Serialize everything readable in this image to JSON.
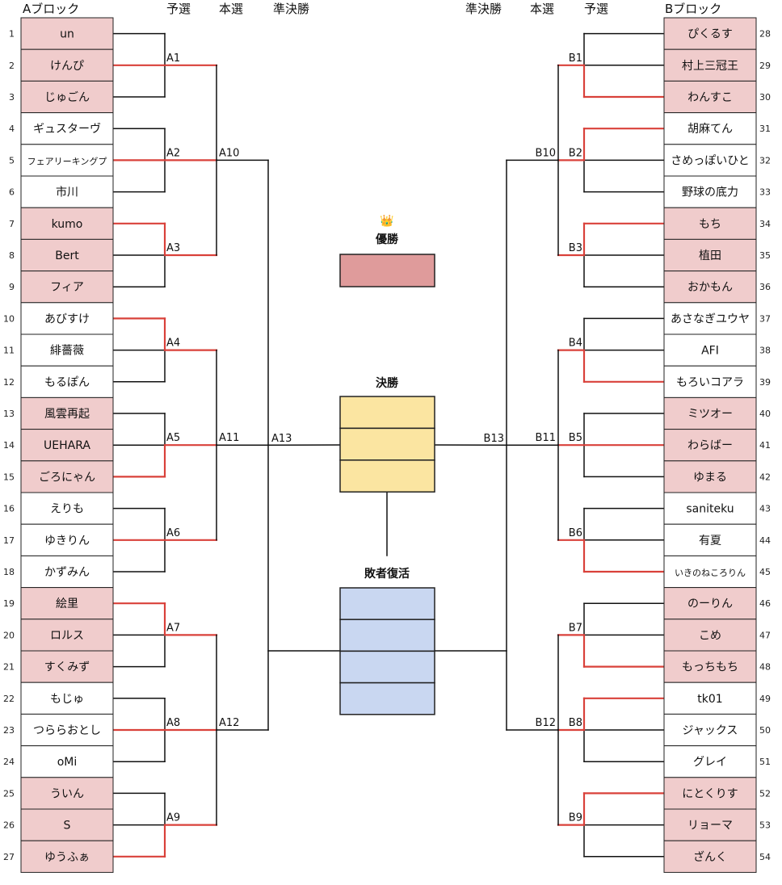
{
  "headers": {
    "block_a": "Aブロック",
    "block_b": "Bブロック",
    "left_rounds": [
      "予選",
      "本選",
      "準決勝"
    ],
    "right_rounds": [
      "準決勝",
      "本選",
      "予選"
    ]
  },
  "colors": {
    "highlight_cell": "#f0cccc",
    "winner_line": "#d9413a",
    "line": "#111111",
    "champion_box": "#df9b9b",
    "final_box": "#fbe5a1",
    "repechage_box": "#c9d7f1"
  },
  "block_a": {
    "players": [
      {
        "num": "1",
        "name": "un",
        "hl": true
      },
      {
        "num": "2",
        "name": "けんぴ",
        "hl": true
      },
      {
        "num": "3",
        "name": "じゅごん",
        "hl": true
      },
      {
        "num": "4",
        "name": "ギュスターヴ",
        "hl": false
      },
      {
        "num": "5",
        "name": "フェアリーキングプ",
        "hl": false,
        "small": true
      },
      {
        "num": "6",
        "name": "市川",
        "hl": false
      },
      {
        "num": "7",
        "name": "kumo",
        "hl": true
      },
      {
        "num": "8",
        "name": "Bert",
        "hl": true
      },
      {
        "num": "9",
        "name": "フィア",
        "hl": true
      },
      {
        "num": "10",
        "name": "あびすけ",
        "hl": false
      },
      {
        "num": "11",
        "name": "緋薔薇",
        "hl": false
      },
      {
        "num": "12",
        "name": "もるぽん",
        "hl": false
      },
      {
        "num": "13",
        "name": "風雲再起",
        "hl": true
      },
      {
        "num": "14",
        "name": "UEHARA",
        "hl": true
      },
      {
        "num": "15",
        "name": "ごろにゃん",
        "hl": true
      },
      {
        "num": "16",
        "name": "えりも",
        "hl": false
      },
      {
        "num": "17",
        "name": "ゆきりん",
        "hl": false
      },
      {
        "num": "18",
        "name": "かずみん",
        "hl": false
      },
      {
        "num": "19",
        "name": "絵里",
        "hl": true
      },
      {
        "num": "20",
        "name": "ロルス",
        "hl": true
      },
      {
        "num": "21",
        "name": "すくみず",
        "hl": true
      },
      {
        "num": "22",
        "name": "もじゅ",
        "hl": false
      },
      {
        "num": "23",
        "name": "つららおとし",
        "hl": false
      },
      {
        "num": "24",
        "name": "oMi",
        "hl": false
      },
      {
        "num": "25",
        "name": "ういん",
        "hl": true
      },
      {
        "num": "26",
        "name": "S",
        "hl": true
      },
      {
        "num": "27",
        "name": "ゆうふぁ",
        "hl": true
      }
    ],
    "groups": [
      {
        "label": "A1",
        "winner": 1
      },
      {
        "label": "A2",
        "winner": 1
      },
      {
        "label": "A3",
        "winner": 0
      },
      {
        "label": "A4",
        "winner": 0
      },
      {
        "label": "A5",
        "winner": 2
      },
      {
        "label": "A6",
        "winner": 1
      },
      {
        "label": "A7",
        "winner": 0
      },
      {
        "label": "A8",
        "winner": 1
      },
      {
        "label": "A9",
        "winner": 2
      }
    ],
    "main": [
      "A10",
      "A11",
      "A12"
    ],
    "semi": "A13"
  },
  "block_b": {
    "players": [
      {
        "num": "28",
        "name": "ぴくるす",
        "hl": true
      },
      {
        "num": "29",
        "name": "村上三冠王",
        "hl": true
      },
      {
        "num": "30",
        "name": "わんすこ",
        "hl": true
      },
      {
        "num": "31",
        "name": "胡麻てん",
        "hl": false
      },
      {
        "num": "32",
        "name": "さめっぽいひと",
        "hl": false
      },
      {
        "num": "33",
        "name": "野球の底力",
        "hl": false
      },
      {
        "num": "34",
        "name": "もち",
        "hl": true
      },
      {
        "num": "35",
        "name": "植田",
        "hl": true
      },
      {
        "num": "36",
        "name": "おかもん",
        "hl": true
      },
      {
        "num": "37",
        "name": "あさなぎユウヤ",
        "hl": false
      },
      {
        "num": "38",
        "name": "AFI",
        "hl": false
      },
      {
        "num": "39",
        "name": "もろいコアラ",
        "hl": false
      },
      {
        "num": "40",
        "name": "ミツオー",
        "hl": true
      },
      {
        "num": "41",
        "name": "わらばー",
        "hl": true
      },
      {
        "num": "42",
        "name": "ゆまる",
        "hl": true
      },
      {
        "num": "43",
        "name": "saniteku",
        "hl": false
      },
      {
        "num": "44",
        "name": "有夏",
        "hl": false
      },
      {
        "num": "45",
        "name": "いきのねころりん",
        "hl": false,
        "small": true
      },
      {
        "num": "46",
        "name": "のーりん",
        "hl": true
      },
      {
        "num": "47",
        "name": "こめ",
        "hl": true
      },
      {
        "num": "48",
        "name": "もっちもち",
        "hl": true
      },
      {
        "num": "49",
        "name": "tk01",
        "hl": false
      },
      {
        "num": "50",
        "name": "ジャックス",
        "hl": false
      },
      {
        "num": "51",
        "name": "グレイ",
        "hl": false
      },
      {
        "num": "52",
        "name": "にとくりす",
        "hl": true
      },
      {
        "num": "53",
        "name": "リョーマ",
        "hl": true
      },
      {
        "num": "54",
        "name": "ざんく",
        "hl": true
      }
    ],
    "groups": [
      {
        "label": "B1",
        "winner": 2
      },
      {
        "label": "B2",
        "winner": 0
      },
      {
        "label": "B3",
        "winner": 0
      },
      {
        "label": "B4",
        "winner": 2
      },
      {
        "label": "B5",
        "winner": 1
      },
      {
        "label": "B6",
        "winner": 2
      },
      {
        "label": "B7",
        "winner": 2
      },
      {
        "label": "B8",
        "winner": 0
      },
      {
        "label": "B9",
        "winner": 0
      }
    ],
    "main": [
      "B10",
      "B11",
      "B12"
    ],
    "semi": "B13"
  },
  "center": {
    "crown_icon": "👑",
    "champion_title": "優勝",
    "final_title": "決勝",
    "final_slots": 3,
    "repechage_title": "敗者復活",
    "repechage_slots": 4
  }
}
